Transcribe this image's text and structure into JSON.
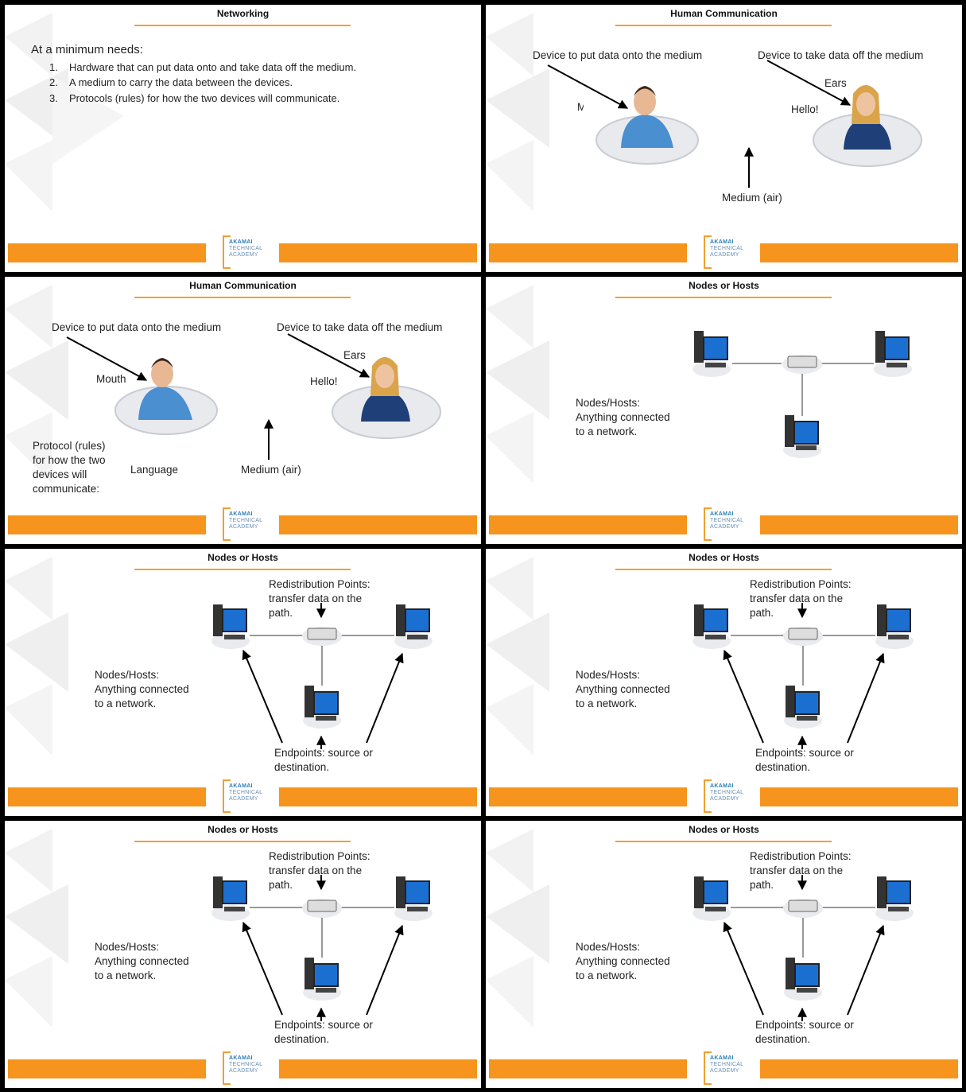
{
  "logo": {
    "line1": "AKAMAI",
    "line2": "TECHNICAL",
    "line3": "ACADEMY"
  },
  "colors": {
    "accent": "#F7941D",
    "title_line": "#F0A030",
    "logo_blue": "#2a7db8"
  },
  "slide1": {
    "title": "Networking",
    "heading": "At a minimum needs:",
    "items": [
      {
        "num": "1.",
        "text": "Hardware that can put data onto and take data off the medium."
      },
      {
        "num": "2.",
        "text": "A medium to carry the data between the devices."
      },
      {
        "num": "3.",
        "text": "Protocols (rules) for how the two devices will communicate."
      }
    ]
  },
  "human": {
    "title": "Human Communication",
    "put_label": "Device to put data onto the medium",
    "take_label": "Device to take data off the medium",
    "mouth": "Mouth",
    "ears": "Ears",
    "hello": "Hello!",
    "medium": "Medium (air)",
    "protocol": [
      "Protocol (rules)",
      "for how the two",
      "devices will",
      "communicate:"
    ],
    "language": "Language"
  },
  "nodes": {
    "title": "Nodes or Hosts",
    "hosts_label": [
      "Nodes/Hosts:",
      "Anything connected",
      "to a network."
    ],
    "redis_label": [
      "Redistribution Points:",
      "transfer data on the",
      "path."
    ],
    "endpoints_label": [
      "Endpoints: source or",
      "destination."
    ]
  }
}
